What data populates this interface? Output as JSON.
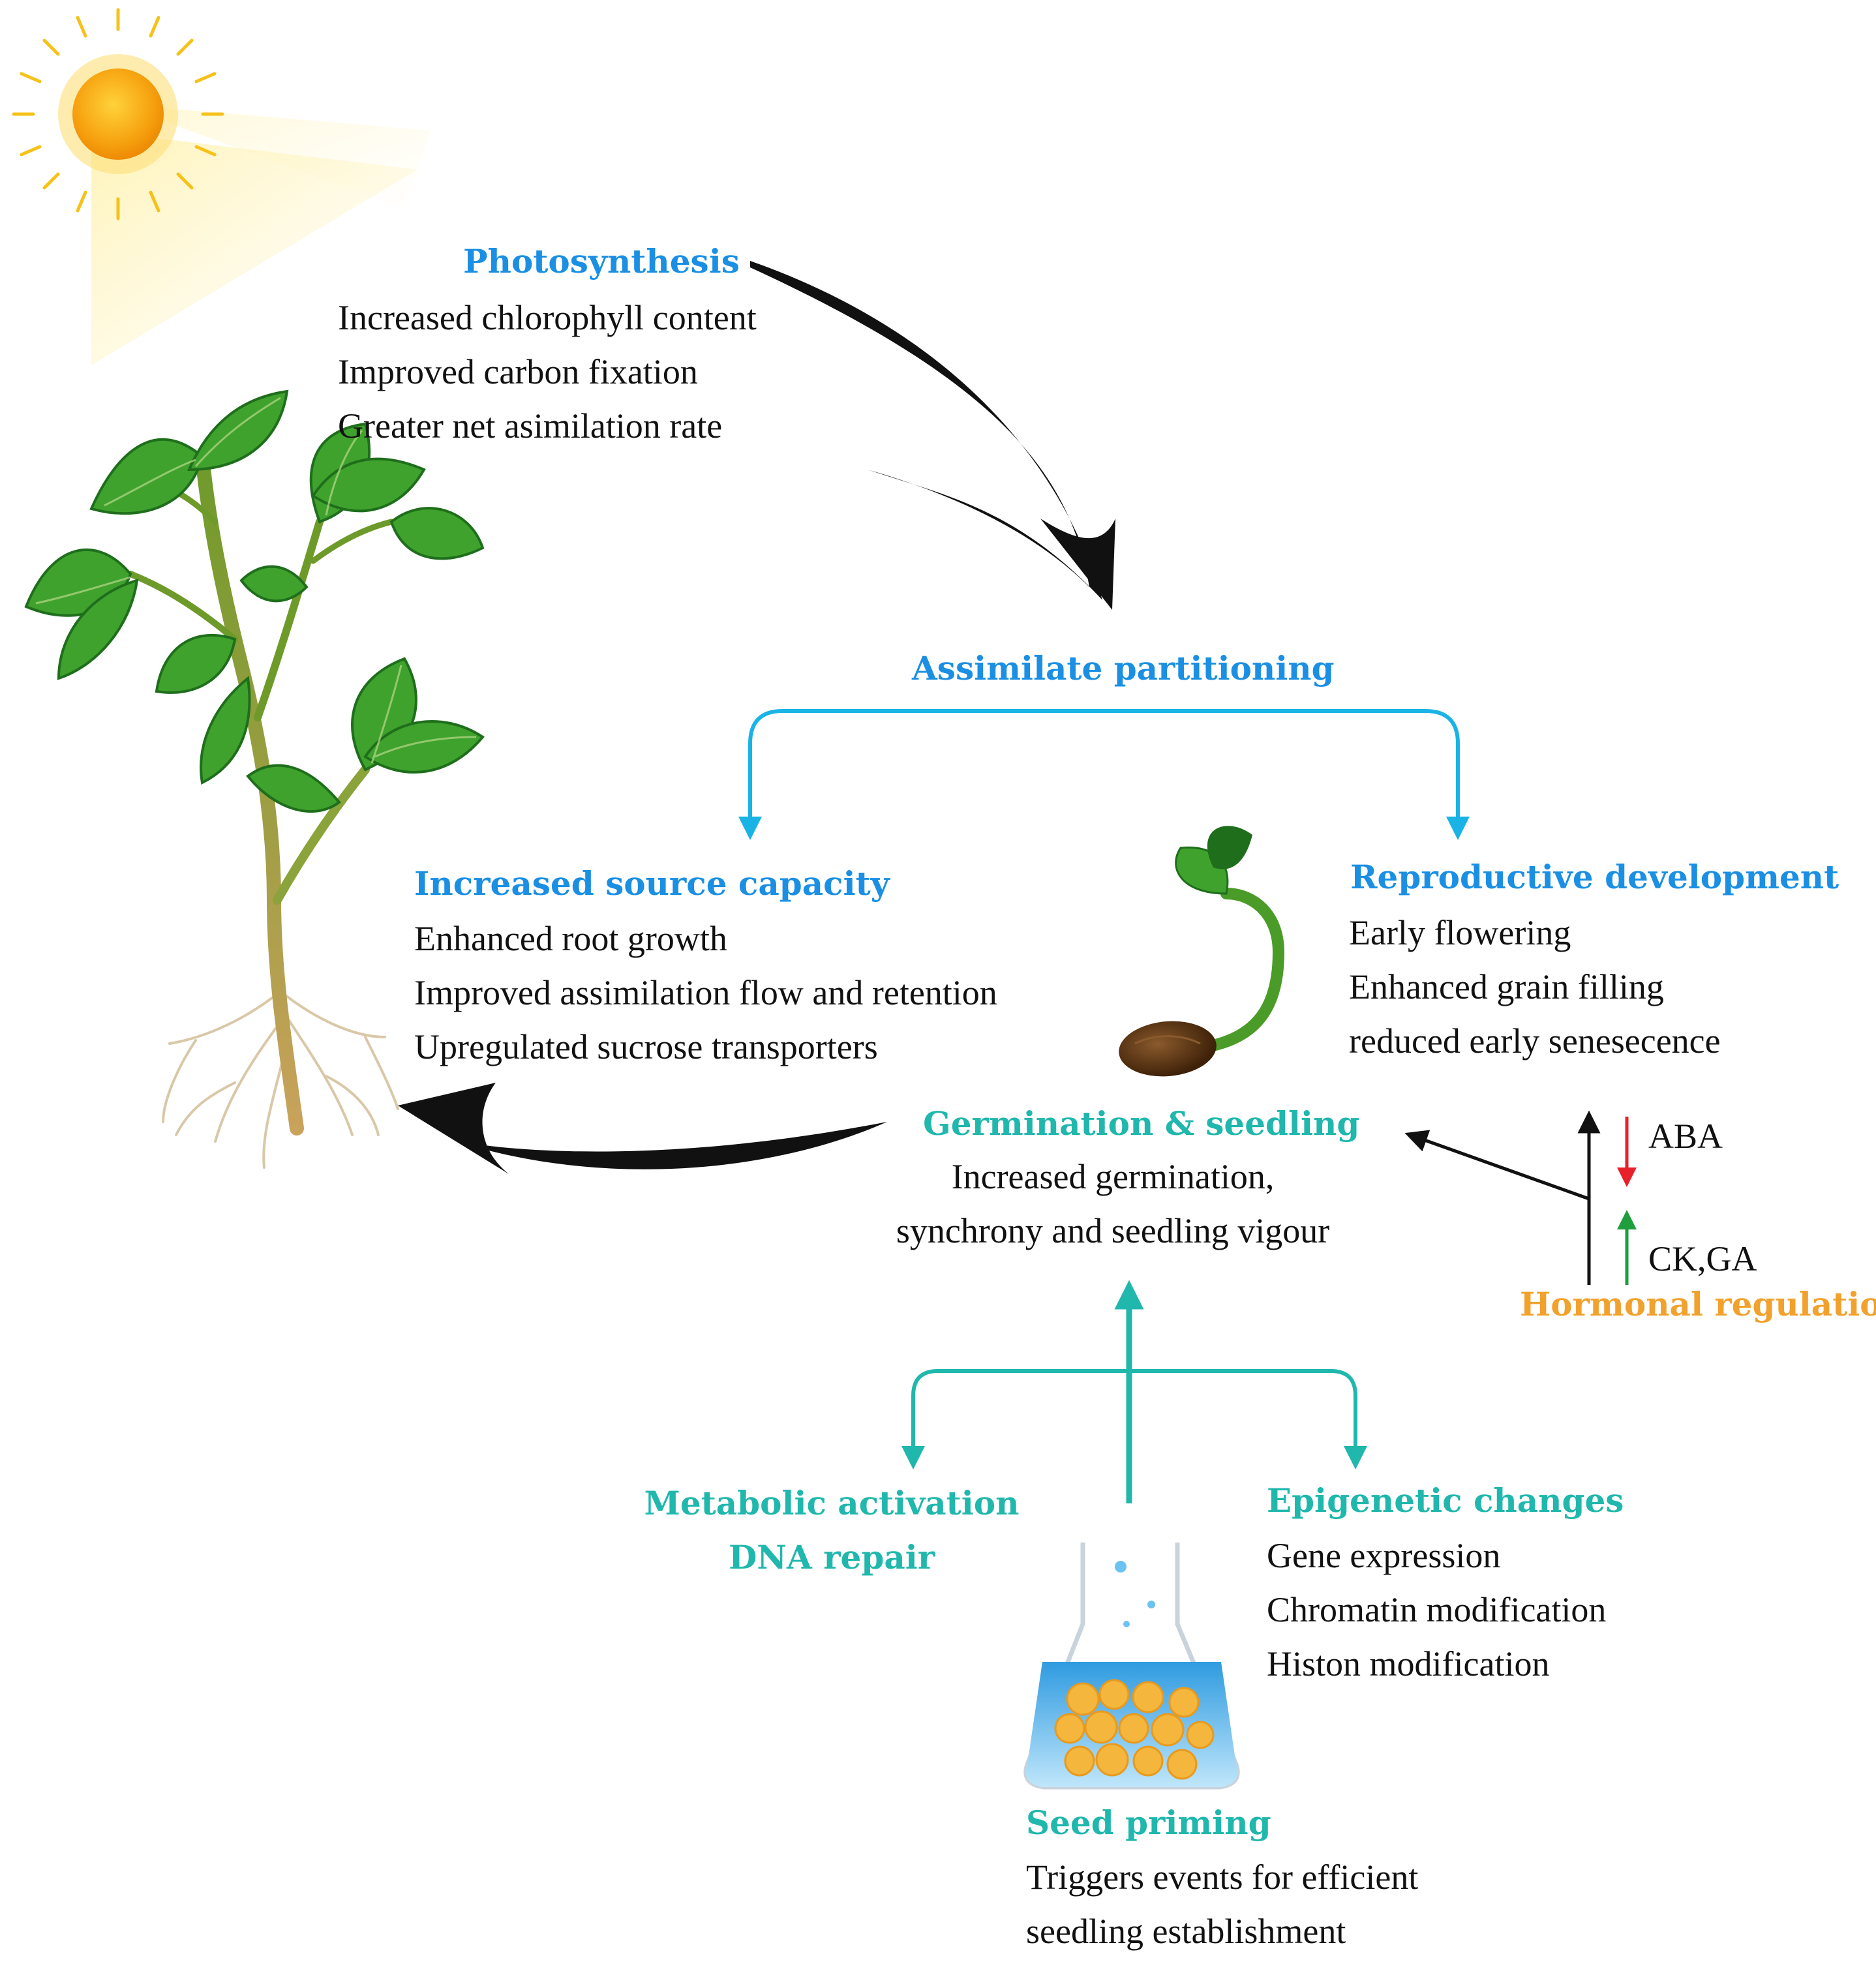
{
  "colors": {
    "blue_heading": "#1a8fe3",
    "cyan_arrow": "#19b3e6",
    "teal": "#20b7ad",
    "orange": "#f2a12c",
    "black": "#111111",
    "red": "#e8202a",
    "green": "#1f9e3c",
    "leaf": "#3a9a2c",
    "leaf_dark": "#1f6e1c",
    "seed": "#5a3417",
    "liquid": "#4fb6ec",
    "seed_grain": "#f4b63c",
    "sun": "#f6b21a"
  },
  "icons": {
    "sun": "sun-icon",
    "plant": "plant-icon",
    "seedling": "seedling-icon",
    "flask": "flask-icon"
  },
  "photosynthesis": {
    "title": "Photosynthesis",
    "lines": [
      "Increased chlorophyll content",
      "Improved carbon fixation",
      "Greater net asimilation rate"
    ]
  },
  "assimilate": {
    "title": "Assimilate partitioning"
  },
  "source": {
    "title": "Increased source capacity",
    "lines": [
      "Enhanced root growth",
      "Improved assimilation flow and retention",
      "Upregulated  sucrose transporters"
    ]
  },
  "reproductive": {
    "title": "Reproductive development",
    "lines": [
      "Early flowering",
      "Enhanced grain filling",
      "reduced early senesecence"
    ]
  },
  "germination": {
    "title": "Germination & seedling",
    "lines": [
      "Increased germination,",
      "synchrony and seedling vigour"
    ]
  },
  "hormonal": {
    "title": "Hormonal regulation",
    "down": "ABA",
    "up": "CK,GA"
  },
  "metabolic": {
    "lines": [
      "Metabolic activation",
      "DNA repair"
    ]
  },
  "epigenetic": {
    "title": "Epigenetic changes",
    "lines": [
      "Gene expression",
      "Chromatin modification",
      "Histon modification"
    ]
  },
  "priming": {
    "title": "Seed priming",
    "lines": [
      "Triggers events for efficient",
      "seedling establishment"
    ]
  }
}
